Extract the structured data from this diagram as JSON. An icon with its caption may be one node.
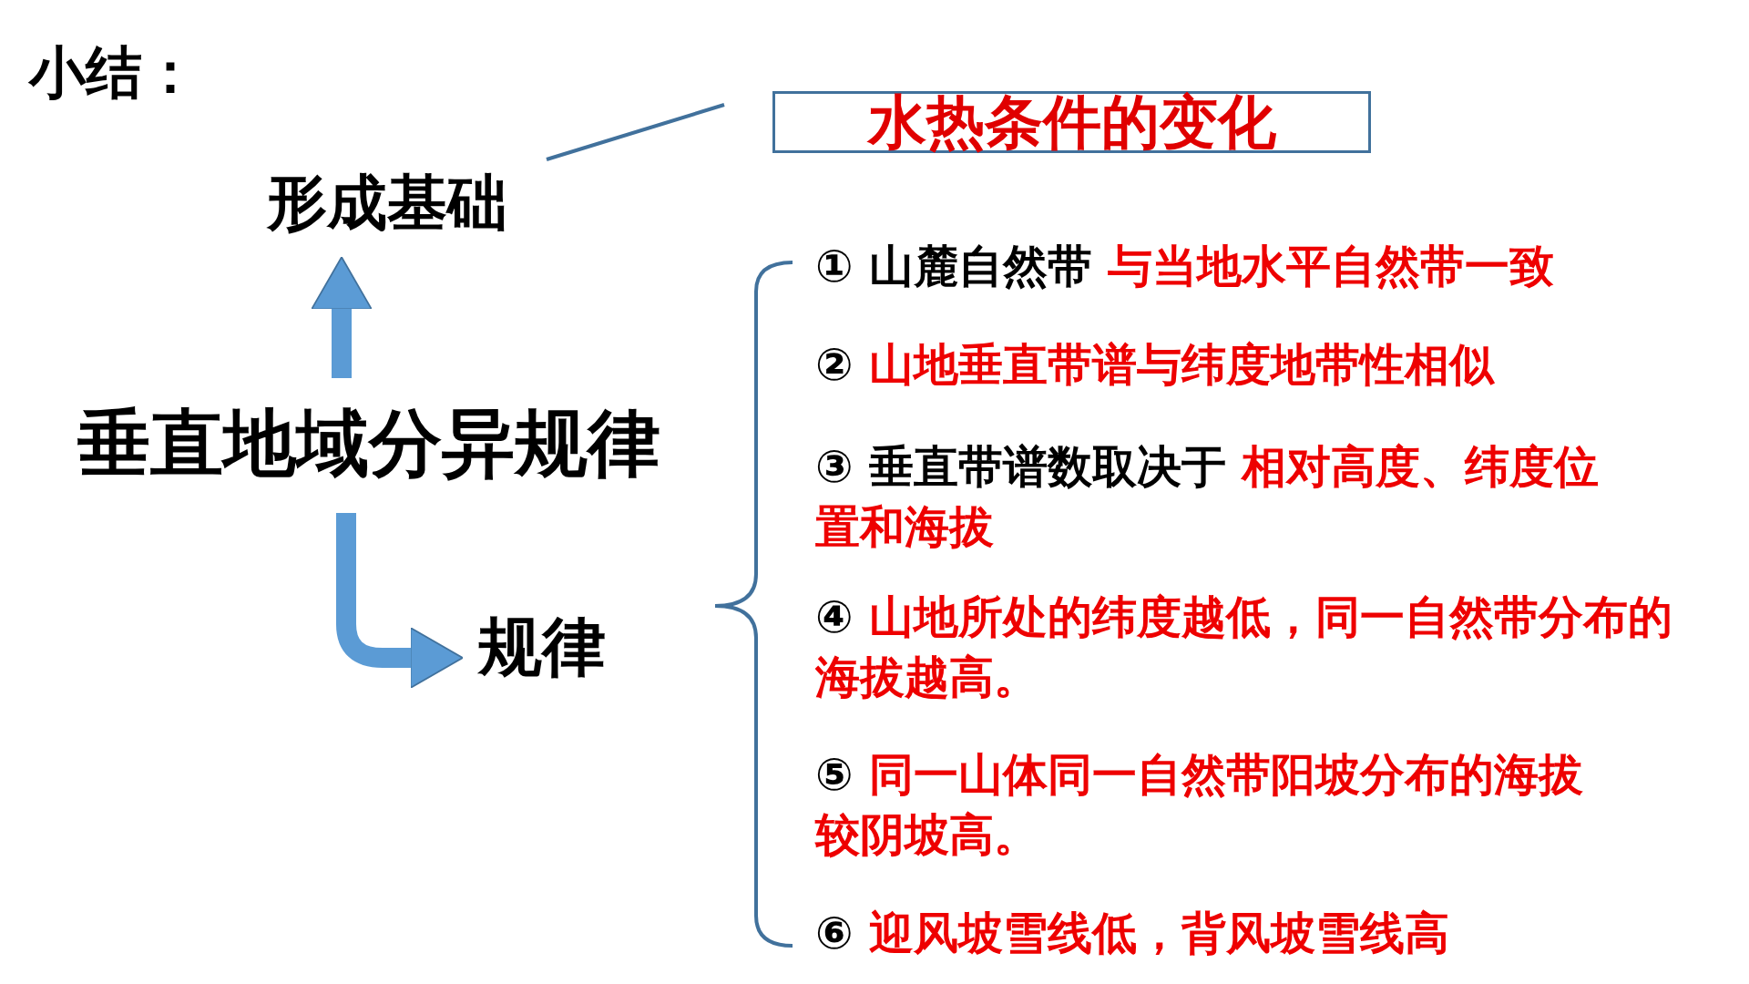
{
  "diagram": {
    "title": "小结：",
    "nodes": [
      {
        "text": [
          "形成基础"
        ]
      },
      {
        "text": [
          "水热条件的变化"
        ]
      },
      {
        "text": [
          "垂直地域分异规律"
        ]
      },
      {
        "text": [
          "规律"
        ]
      },
      {
        "text": [
          "① 山麓自然带",
          "与当地水平自然带一致"
        ]
      },
      {
        "text": [
          "②",
          "山地垂直带谱与纬度地带性相似"
        ]
      },
      {
        "text": [
          "③ 垂直带谱数取决于",
          "相对高度、纬度位置和海拔"
        ]
      },
      {
        "text": [
          "④",
          "山地所处的纬度越低，同一自然带分布的海拔越高。"
        ]
      },
      {
        "text": [
          "⑤",
          "同一山体同一自然带阳坡分布的海拔较阴坡高。"
        ]
      },
      {
        "text": [
          "⑥",
          "迎风坡雪线低，背风坡雪线高"
        ]
      }
    ],
    "edges": [
      {
        "from": 0,
        "to": 1,
        "arrow": "none"
      },
      {
        "from": 2,
        "to": 0,
        "arrow": "to"
      },
      {
        "from": 2,
        "to": 3,
        "arrow": "to"
      }
    ]
  }
}
